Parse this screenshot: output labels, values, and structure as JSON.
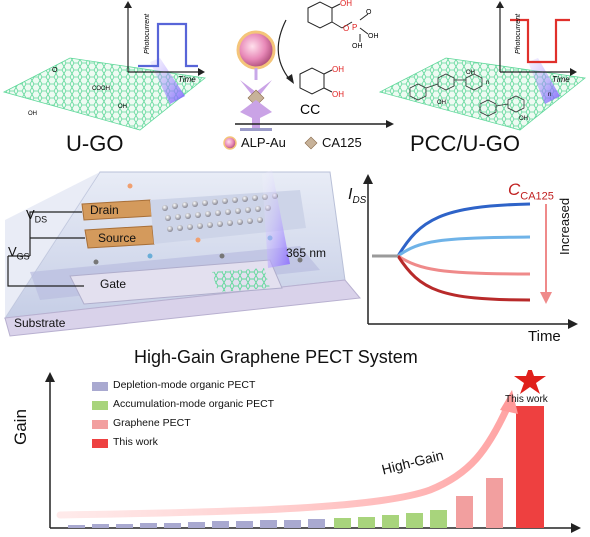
{
  "top": {
    "left_label": "U-GO",
    "right_label": "PCC/U-GO",
    "photocurrent_axis": "Photocurrent",
    "time_axis": "Time",
    "legend_alp": "ALP-Au",
    "legend_ca": "CA125",
    "product_label": "CC",
    "cooh": "COOH",
    "oh": "OH",
    "o": "O",
    "p": "P",
    "subscript_n": "n",
    "colors": {
      "blue_pulse": "#5865d8",
      "red_pulse": "#e0302b",
      "graphene": "#5fd89a"
    }
  },
  "middle": {
    "vds_main": "V",
    "vds_sub": "DS",
    "vgs_main": "V",
    "vgs_sub": "GS",
    "drain": "Drain",
    "source": "Source",
    "gate": "Gate",
    "wavelength": "365 nm",
    "substrate": "Substrate",
    "ids_main": "I",
    "ids_sub": "DS",
    "c_main": "C",
    "c_sub": "CA125",
    "increased": "Increased",
    "time": "Time"
  },
  "bottom": {
    "title": "High-Gain Graphene PECT System",
    "gain_axis": "Gain",
    "curve_label": "High-Gain",
    "this_work_label": "This work",
    "legend": [
      {
        "label": "Depletion-mode organic PECT",
        "color": "#a9a9d0"
      },
      {
        "label": "Accumulation-mode organic PECT",
        "color": "#a8d47c"
      },
      {
        "label": "Graphene PECT",
        "color": "#f29f9f"
      },
      {
        "label": "This work",
        "color": "#ee4040"
      }
    ]
  }
}
